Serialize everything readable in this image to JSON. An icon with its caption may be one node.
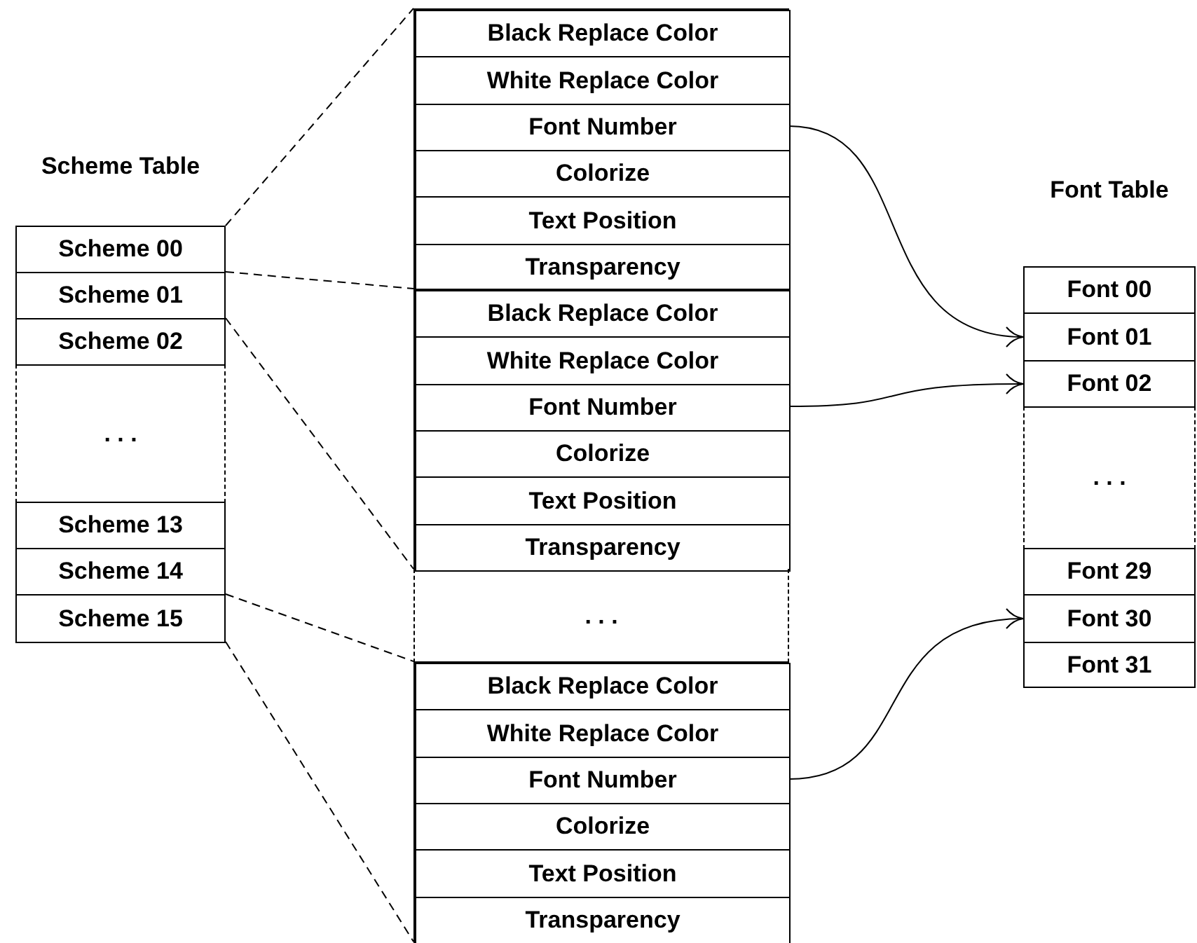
{
  "diagram": {
    "nodes": [
      {
        "text": [
          "Scheme Table"
        ]
      },
      {
        "text": [
          "Scheme 00"
        ],
        "in": 0
      },
      {
        "text": [
          "Scheme 01"
        ],
        "in": 0
      },
      {
        "text": [
          "Scheme 02"
        ],
        "in": 0
      },
      {
        "text": [
          ". . ."
        ],
        "in": 0
      },
      {
        "text": [
          "Scheme 13"
        ],
        "in": 0
      },
      {
        "text": [
          "Scheme 14"
        ],
        "in": 0
      },
      {
        "text": [
          "Scheme 15"
        ],
        "in": 0
      },
      {
        "text": [],
        "shape": "box"
      },
      {
        "text": [
          "Black Replace Color"
        ],
        "in": 8
      },
      {
        "text": [
          "White Replace Color"
        ],
        "in": 8
      },
      {
        "text": [
          "Font Number"
        ],
        "in": 8
      },
      {
        "text": [
          "Colorize"
        ],
        "in": 8
      },
      {
        "text": [
          "Text Position"
        ],
        "in": 8
      },
      {
        "text": [
          "Transparency"
        ],
        "in": 8
      },
      {
        "text": [],
        "shape": "box"
      },
      {
        "text": [
          "Black Replace Color"
        ],
        "in": 15
      },
      {
        "text": [
          "White Replace Color"
        ],
        "in": 15
      },
      {
        "text": [
          "Font Number"
        ],
        "in": 15
      },
      {
        "text": [
          "Colorize"
        ],
        "in": 15
      },
      {
        "text": [
          "Text Position"
        ],
        "in": 15
      },
      {
        "text": [
          "Transparency"
        ],
        "in": 15
      },
      {
        "text": [
          ". . ."
        ]
      },
      {
        "text": [],
        "shape": "box"
      },
      {
        "text": [
          "Black Replace Color"
        ],
        "in": 23
      },
      {
        "text": [
          "White Replace Color"
        ],
        "in": 23
      },
      {
        "text": [
          "Font Number"
        ],
        "in": 23
      },
      {
        "text": [
          "Colorize"
        ],
        "in": 23
      },
      {
        "text": [
          "Text Position"
        ],
        "in": 23
      },
      {
        "text": [
          "Transparency"
        ],
        "in": 23
      },
      {
        "text": [
          "Font Table"
        ]
      },
      {
        "text": [
          "Font 00"
        ],
        "in": 30
      },
      {
        "text": [
          "Font 01"
        ],
        "in": 30
      },
      {
        "text": [
          "Font 02"
        ],
        "in": 30
      },
      {
        "text": [
          ". . ."
        ],
        "in": 30
      },
      {
        "text": [
          "Font 29"
        ],
        "in": 30
      },
      {
        "text": [
          "Font 30"
        ],
        "in": 30
      },
      {
        "text": [
          "Font 31"
        ],
        "in": 30
      }
    ],
    "edges": [
      {
        "from": 1,
        "to": 8,
        "arrow": "none",
        "style": "dashed"
      },
      {
        "from": 2,
        "to": 15,
        "arrow": "none",
        "style": "dashed"
      },
      {
        "from": 3,
        "to": 22,
        "arrow": "none",
        "style": "dashed"
      },
      {
        "from": 7,
        "to": 23,
        "arrow": "none",
        "style": "dashed"
      },
      {
        "from": 7,
        "to": 23,
        "arrow": "none",
        "style": "dashed"
      },
      {
        "from": 11,
        "to": 32,
        "arrow": "to"
      },
      {
        "from": 18,
        "to": 33,
        "arrow": "to"
      },
      {
        "from": 26,
        "to": 36,
        "arrow": "to"
      }
    ]
  }
}
